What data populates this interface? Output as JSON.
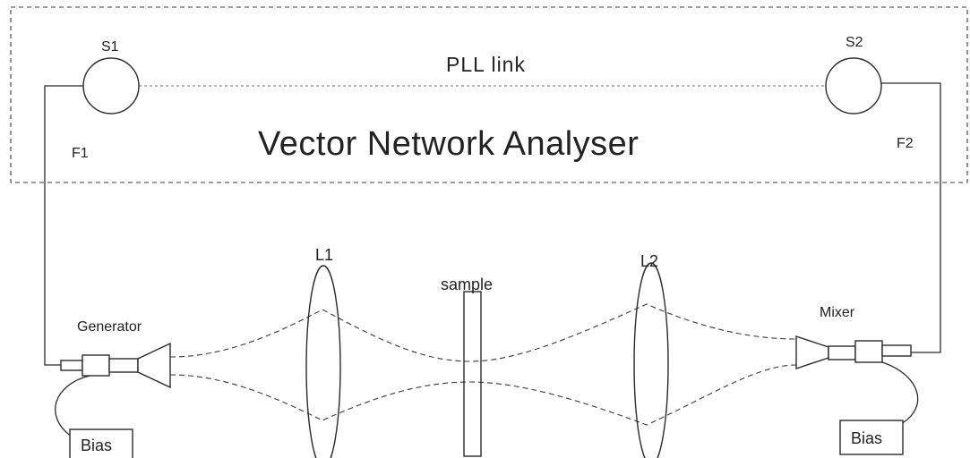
{
  "analyser": {
    "title": "Vector Network Analyser",
    "link_label": "PLL link"
  },
  "sources": {
    "s1": "S1",
    "s2": "S2"
  },
  "ports": {
    "f1": "F1",
    "f2": "F2"
  },
  "lenses": {
    "l1": "L1",
    "l2": "L2"
  },
  "components": {
    "sample": "sample",
    "generator": "Generator",
    "mixer": "Mixer",
    "bias_left": "Bias",
    "bias_right": "Bias"
  }
}
